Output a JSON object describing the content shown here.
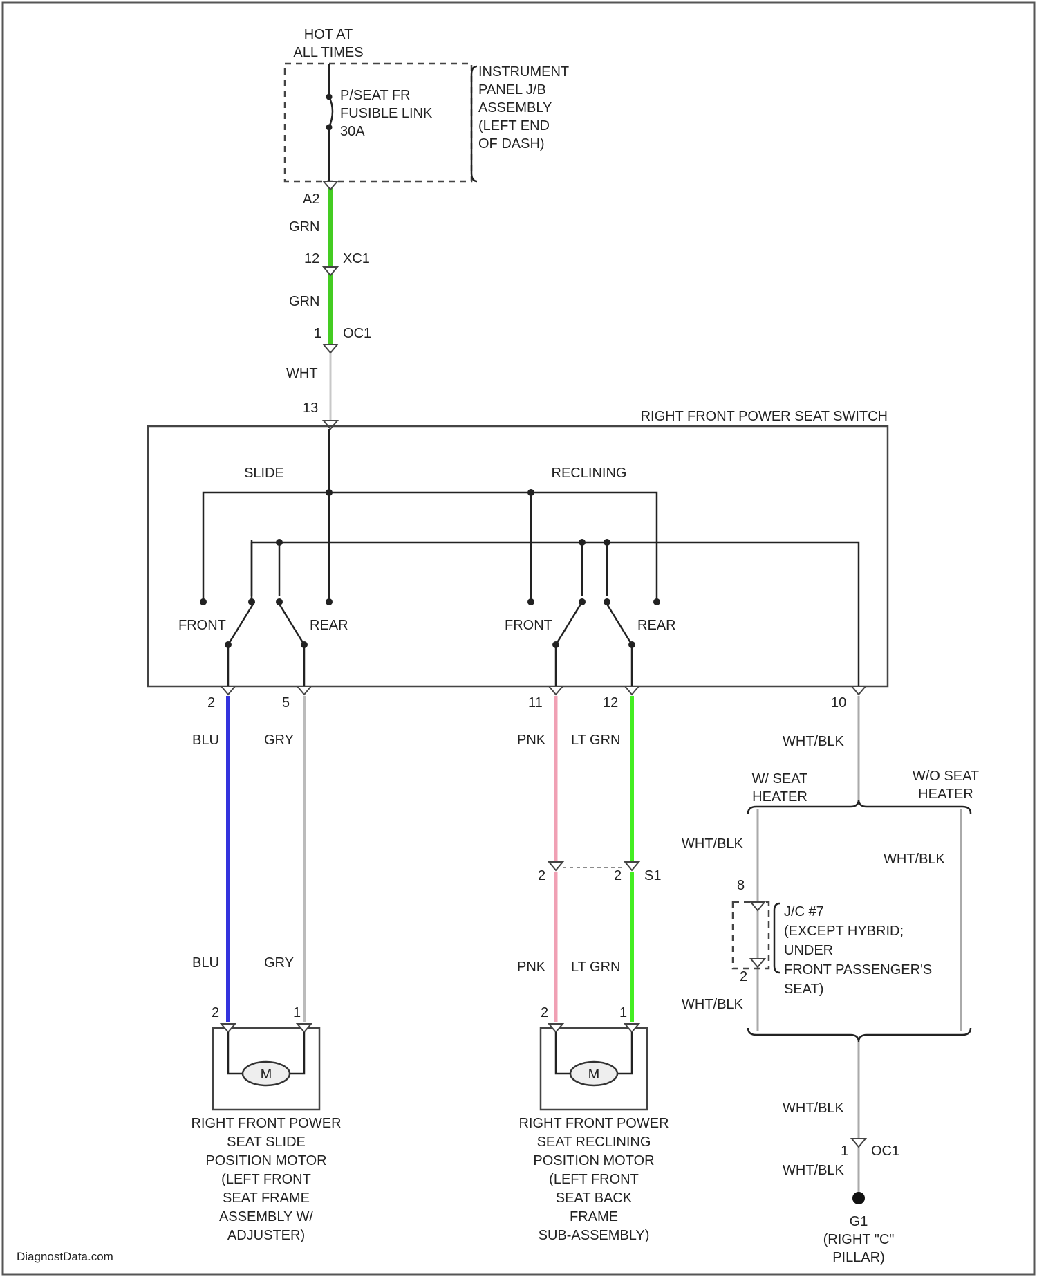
{
  "top": {
    "hot_line1": "HOT AT",
    "hot_line2": "ALL TIMES",
    "fuse": [
      "P/SEAT FR",
      "FUSIBLE LINK",
      "30A"
    ],
    "jb": [
      "INSTRUMENT",
      "PANEL J/B",
      "ASSEMBLY",
      "(LEFT END",
      "OF DASH)"
    ],
    "a2": "A2",
    "grn1": "GRN",
    "p12": "12",
    "xc1": "XC1",
    "grn2": "GRN",
    "p1": "1",
    "oc1": "OC1",
    "wht": "WHT",
    "p13": "13"
  },
  "switch": {
    "title": "RIGHT FRONT POWER SEAT SWITCH",
    "slide": "SLIDE",
    "reclining": "RECLINING",
    "front1": "FRONT",
    "rear1": "REAR",
    "front2": "FRONT",
    "rear2": "REAR",
    "pins": [
      "2",
      "5",
      "11",
      "12",
      "10"
    ]
  },
  "wires": {
    "blu1": "BLU",
    "gry1": "GRY",
    "pnk1": "PNK",
    "ltgrn1": "LT GRN",
    "whtblk1": "WHT/BLK",
    "p2a": "2",
    "p2b": "2",
    "s1": "S1",
    "blu2": "BLU",
    "gry2": "GRY",
    "pnk2": "PNK",
    "ltgrn2": "LT GRN",
    "m1p2": "2",
    "m1p1": "1",
    "m2p2": "2",
    "m2p1": "1"
  },
  "heater": {
    "with": [
      "W/ SEAT",
      "HEATER"
    ],
    "without": [
      "W/O SEAT",
      "HEATER"
    ],
    "wb_left1": "WHT/BLK",
    "wb_right": "WHT/BLK",
    "p8": "8",
    "p2": "2",
    "jc": [
      "J/C #7",
      "(EXCEPT HYBRID;",
      "UNDER",
      "FRONT PASSENGER'S",
      "SEAT)"
    ],
    "wb_left2": "WHT/BLK",
    "wb_bot1": "WHT/BLK",
    "p1": "1",
    "oc1": "OC1",
    "wb_bot2": "WHT/BLK",
    "ground": "G1",
    "ground_loc": [
      "(RIGHT \"C\"",
      "PILLAR)"
    ]
  },
  "motor1": {
    "symbol": "M",
    "label": [
      "RIGHT FRONT POWER",
      "SEAT SLIDE",
      "POSITION MOTOR",
      "(LEFT FRONT",
      "SEAT FRAME",
      "ASSEMBLY W/",
      "ADJUSTER)"
    ]
  },
  "motor2": {
    "symbol": "M",
    "label": [
      "RIGHT FRONT POWER",
      "SEAT RECLINING",
      "POSITION MOTOR",
      "(LEFT FRONT",
      "SEAT BACK",
      "FRAME",
      "SUB-ASSEMBLY)"
    ]
  },
  "watermark": "DiagnostData.com",
  "colors": {
    "grn": "#44cc22",
    "blu": "#3333dd",
    "pnk": "#f0a0b4",
    "lt_grn": "#44ee22",
    "wht": "#c8c8c8",
    "gry": "#bbbbbb"
  }
}
